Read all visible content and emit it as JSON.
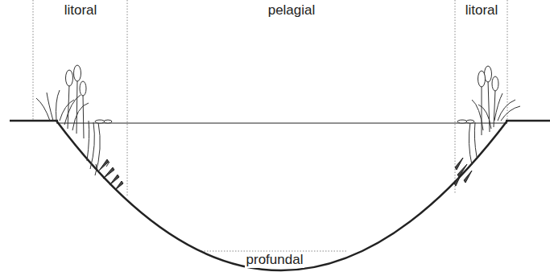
{
  "diagram": {
    "labels": [
      "litoral",
      "pelagial",
      "litoral",
      "profundal"
    ]
  }
}
